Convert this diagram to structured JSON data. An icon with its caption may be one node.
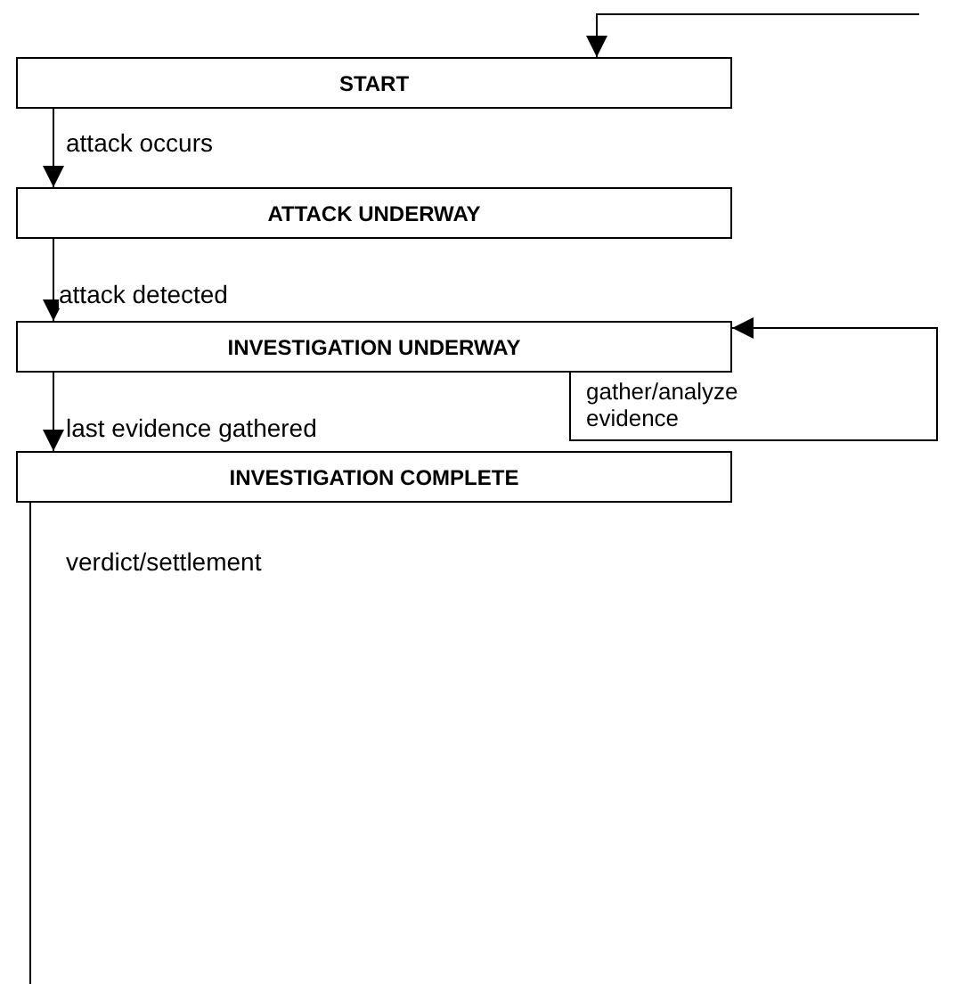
{
  "diagram": {
    "nodes": [
      {
        "text": [
          "START"
        ]
      },
      {
        "text": [
          "ATTACK UNDERWAY"
        ]
      },
      {
        "text": [
          "INVESTIGATION UNDERWAY"
        ]
      },
      {
        "text": [
          "INVESTIGATION COMPLETE"
        ]
      }
    ],
    "edges": [
      {
        "from": null,
        "to": 0,
        "arrow": "to"
      },
      {
        "from": 0,
        "to": 1,
        "arrow": "to",
        "label": "attack occurs"
      },
      {
        "from": 1,
        "to": 2,
        "arrow": "to",
        "label": "attack detected"
      },
      {
        "from": 2,
        "to": 2,
        "arrow": "to",
        "label": "gather/analyze evidence"
      },
      {
        "from": 2,
        "to": 3,
        "arrow": "to",
        "label": "last evidence gathered"
      },
      {
        "from": 3,
        "to": null,
        "arrow": "none",
        "label": "verdict/settlement"
      }
    ]
  }
}
